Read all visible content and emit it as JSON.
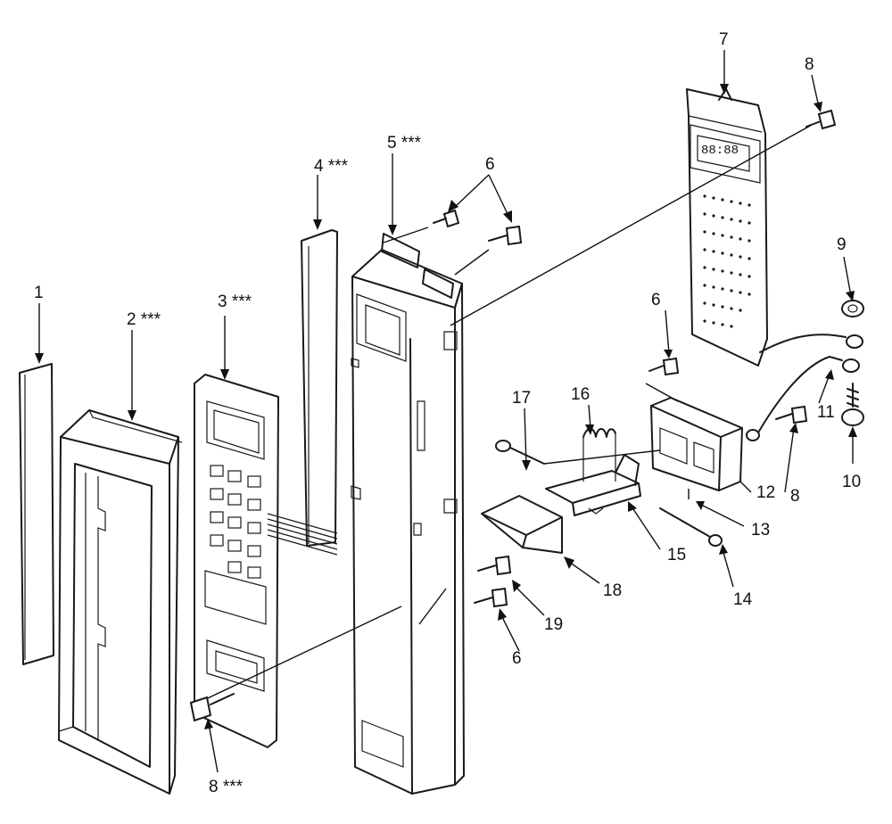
{
  "colors": {
    "ink": "#1a1a1a",
    "background": "#ffffff"
  },
  "labels": {
    "p1": "1",
    "p2": "2 ***",
    "p3": "3 ***",
    "p4": "4 ***",
    "p5": "5 ***",
    "p6a": "6",
    "p6b": "6",
    "p6c": "6",
    "p7": "7",
    "p8a": "8",
    "p8b": "8",
    "p8c": "8 ***",
    "p9": "9",
    "p10": "10",
    "p11": "11",
    "p12": "12",
    "p13": "13",
    "p14": "14",
    "p15": "15",
    "p16": "16",
    "p17": "17",
    "p18": "18",
    "p19": "19"
  }
}
